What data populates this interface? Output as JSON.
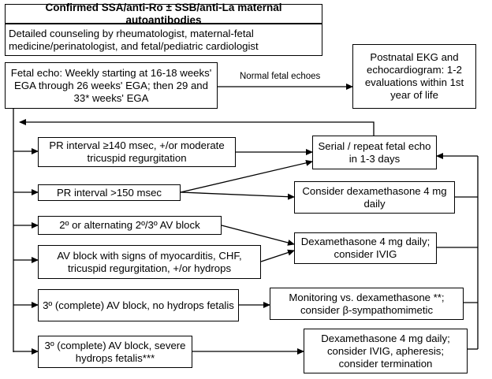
{
  "nodes": {
    "confirmed": "Confirmed SSA/anti-Ro ± SSB/anti-La maternal autoantibodies",
    "counseling": "Detailed counseling by rheumatologist, maternal-fetal medicine/perinatologist, and fetal/pediatric cardiologist",
    "fetal_echo": "Fetal echo: Weekly starting at 16-18 weeks' EGA through 26 weeks' EGA; then 29 and 33* weeks' EGA",
    "postnatal": "Postnatal EKG and echocardiogram: 1-2 evaluations within 1st year of life",
    "pr140": "PR interval ≥140 msec, +/or moderate tricuspid regurgitation",
    "serial": "Serial / repeat fetal echo in 1-3 days",
    "pr150": "PR interval >150 msec",
    "consider_dex": "Consider dexamethasone 4 mg daily",
    "second_av": "2º or alternating 2º/3º AV block",
    "dex_ivig": "Dexamethasone 4 mg daily; consider IVIG",
    "av_myocarditis": "AV block with signs of myocarditis, CHF, tricuspid regurgitation, +/or hydrops",
    "third_no_hydrops": "3º (complete) AV block, no hydrops fetalis",
    "monitoring": "Monitoring vs. dexamethasone **; consider β-sympathomimetic",
    "third_severe": "3º (complete) AV block, severe hydrops fetalis***",
    "dex_apheresis": "Dexamethasone 4 mg daily; consider IVIG, apheresis; consider termination"
  },
  "edge_labels": {
    "normal_echoes": "Normal fetal echoes"
  }
}
